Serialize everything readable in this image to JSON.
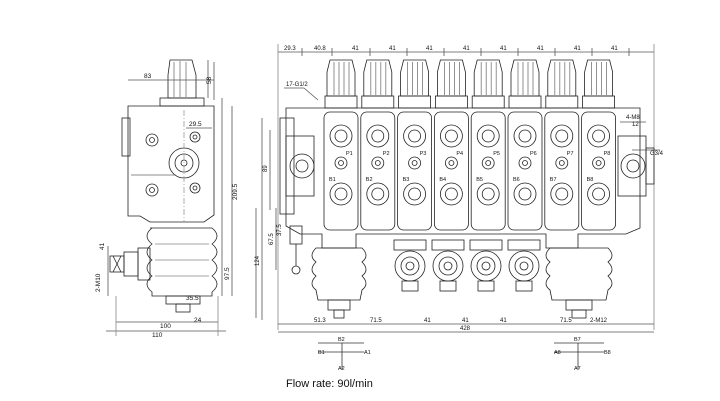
{
  "caption": "Flow rate: 90l/min",
  "side_view": {
    "dims": {
      "top_width": "83",
      "cap_height": "58",
      "center_offset": "29.5",
      "body_height": "209.5",
      "bellow_height": "97.5",
      "port_height": "41",
      "thread": "2-M10",
      "bottom_small": "35.5",
      "bottom_a": "24",
      "width_a": "100",
      "width_b": "110"
    }
  },
  "front_view": {
    "top_dims": [
      "29.3",
      "40.8",
      "41",
      "41",
      "41",
      "41",
      "41",
      "41",
      "41",
      "41"
    ],
    "port_left": "17-G1/2",
    "port_right": "4-M8",
    "port_right_sub": "12",
    "port_g34": "G3/4",
    "left_dims": [
      "89",
      "67.5",
      "37.5",
      "124"
    ],
    "p_labels": [
      "P1",
      "P2",
      "P3",
      "P4",
      "P5",
      "P6",
      "P7",
      "P8"
    ],
    "b_labels": [
      "B1",
      "B2",
      "B3",
      "B4",
      "B5",
      "B6",
      "B7",
      "B8"
    ],
    "bottom_dims": [
      "51.3",
      "71.5",
      "41",
      "41",
      "41",
      "71.5",
      "2-M12"
    ],
    "total": "428"
  },
  "schematics": {
    "left": {
      "top": "B2",
      "bottom": "A2",
      "left": "B1",
      "right": "A1"
    },
    "right": {
      "top": "B7",
      "bottom": "A7",
      "left": "A8",
      "right": "B8"
    }
  }
}
